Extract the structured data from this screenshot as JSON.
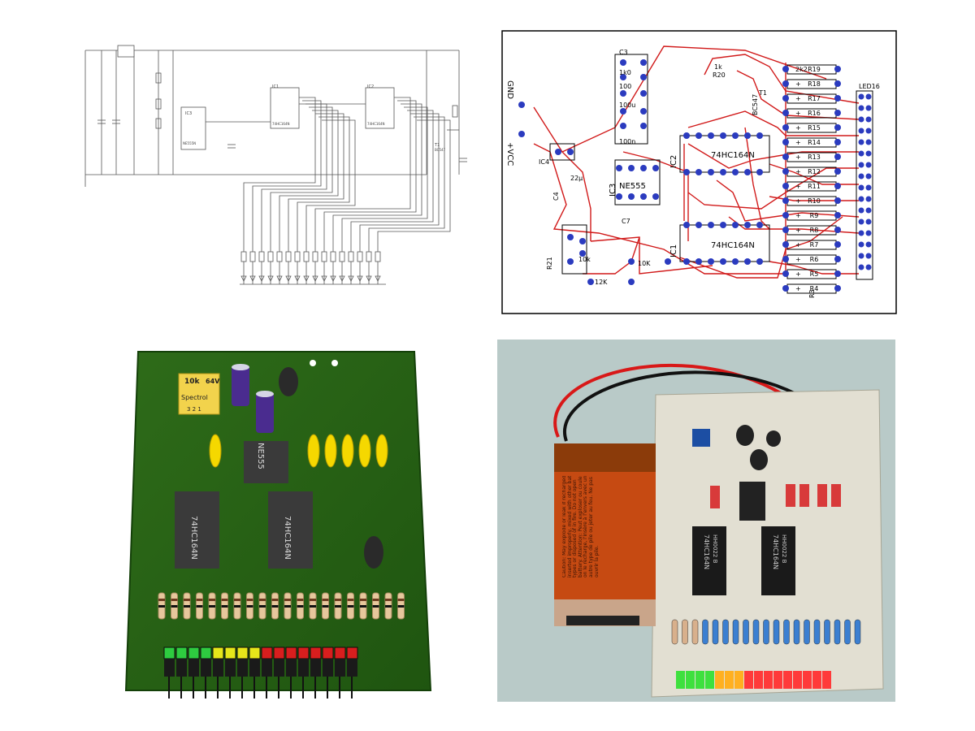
{
  "schematic": {
    "ic_labels": [
      "IC3",
      "IC1",
      "IC2"
    ],
    "ic_parts": [
      "NE555N",
      "74HC164N",
      "74HC164N"
    ],
    "transistor_label": "T1",
    "transistor_part": "BC547"
  },
  "pcb_layout": {
    "power_labels": {
      "gnd": "GND",
      "vcc": "+VCC"
    },
    "ic_labels": [
      {
        "ref": "IC2",
        "part": "74HC164N"
      },
      {
        "ref": "IC1",
        "part": "74HC164N"
      },
      {
        "ref": "IC3",
        "part": "NE555"
      }
    ],
    "misc_labels": {
      "ic4": "IC4",
      "cap_c3": "C3",
      "cap_c4": "C4",
      "cap_c7": "C7",
      "cap_100n": "100n",
      "cap_22u": "22µ",
      "cap_100u": "100u",
      "cap_1k0": "1k0",
      "cap_100": "100",
      "r20": "R20",
      "r20_val": "1k",
      "t1": "T1",
      "bc547": "BC547",
      "r21": "R21",
      "r_10k": "10k",
      "r_12k": "12K",
      "r_10k_b": "10K",
      "r3": "R3",
      "led16": "LED16"
    },
    "resistor_rows": [
      {
        "ref": "R19",
        "val": "2k2"
      },
      {
        "ref": "R18",
        "val": "+"
      },
      {
        "ref": "R17",
        "val": "+"
      },
      {
        "ref": "R16",
        "val": "+"
      },
      {
        "ref": "R15",
        "val": "+"
      },
      {
        "ref": "R14",
        "val": "+"
      },
      {
        "ref": "R13",
        "val": "+"
      },
      {
        "ref": "R12",
        "val": "+"
      },
      {
        "ref": "R11",
        "val": "+"
      },
      {
        "ref": "R10",
        "val": "+"
      },
      {
        "ref": "R9",
        "val": "+"
      },
      {
        "ref": "R8",
        "val": "+"
      },
      {
        "ref": "R7",
        "val": "+"
      },
      {
        "ref": "R6",
        "val": "+"
      },
      {
        "ref": "R5",
        "val": "+"
      },
      {
        "ref": "R4",
        "val": "+"
      }
    ]
  },
  "render_3d": {
    "trimmer_value": "10k",
    "trimmer_voltage": "64V",
    "trimmer_brand": "Spectrol",
    "trimmer_pins": "3  2  1",
    "timer_chip": "NE555",
    "shift_chips": [
      "74HC164N",
      "74HC164N"
    ],
    "led_colors": [
      "#2ecc40",
      "#2ecc40",
      "#2ecc40",
      "#2ecc40",
      "#e6e61a",
      "#e6e61a",
      "#e6e61a",
      "#e6e61a",
      "#d81e1e",
      "#d81e1e",
      "#d81e1e",
      "#d81e1e",
      "#d81e1e",
      "#d81e1e",
      "#d81e1e",
      "#d81e1e"
    ]
  },
  "photo": {
    "battery_text": "Caution: May explode or leak if recharged, inserted improperly, mixed with other battery types or disposed of in fire. Do not open battery. Attention: Peut exploser ou couler si on le recharge, l'insère à l'envers avec un autre type de pile ou jeter au feu. Ne pas ouvrir la pile.",
    "chip_texts": [
      "74HC164N",
      "74HC164N"
    ],
    "chip_subtexts": [
      "HH0022 B",
      "HH0022 B"
    ],
    "led_colors": [
      "#3ee03e",
      "#3ee03e",
      "#3ee03e",
      "#3ee03e",
      "#ffb020",
      "#ffb020",
      "#ffb020",
      "#ff3a3a",
      "#ff3a3a",
      "#ff3a3a",
      "#ff3a3a",
      "#ff3a3a",
      "#ff3a3a",
      "#ff3a3a",
      "#ff3a3a",
      "#ff3a3a"
    ]
  }
}
